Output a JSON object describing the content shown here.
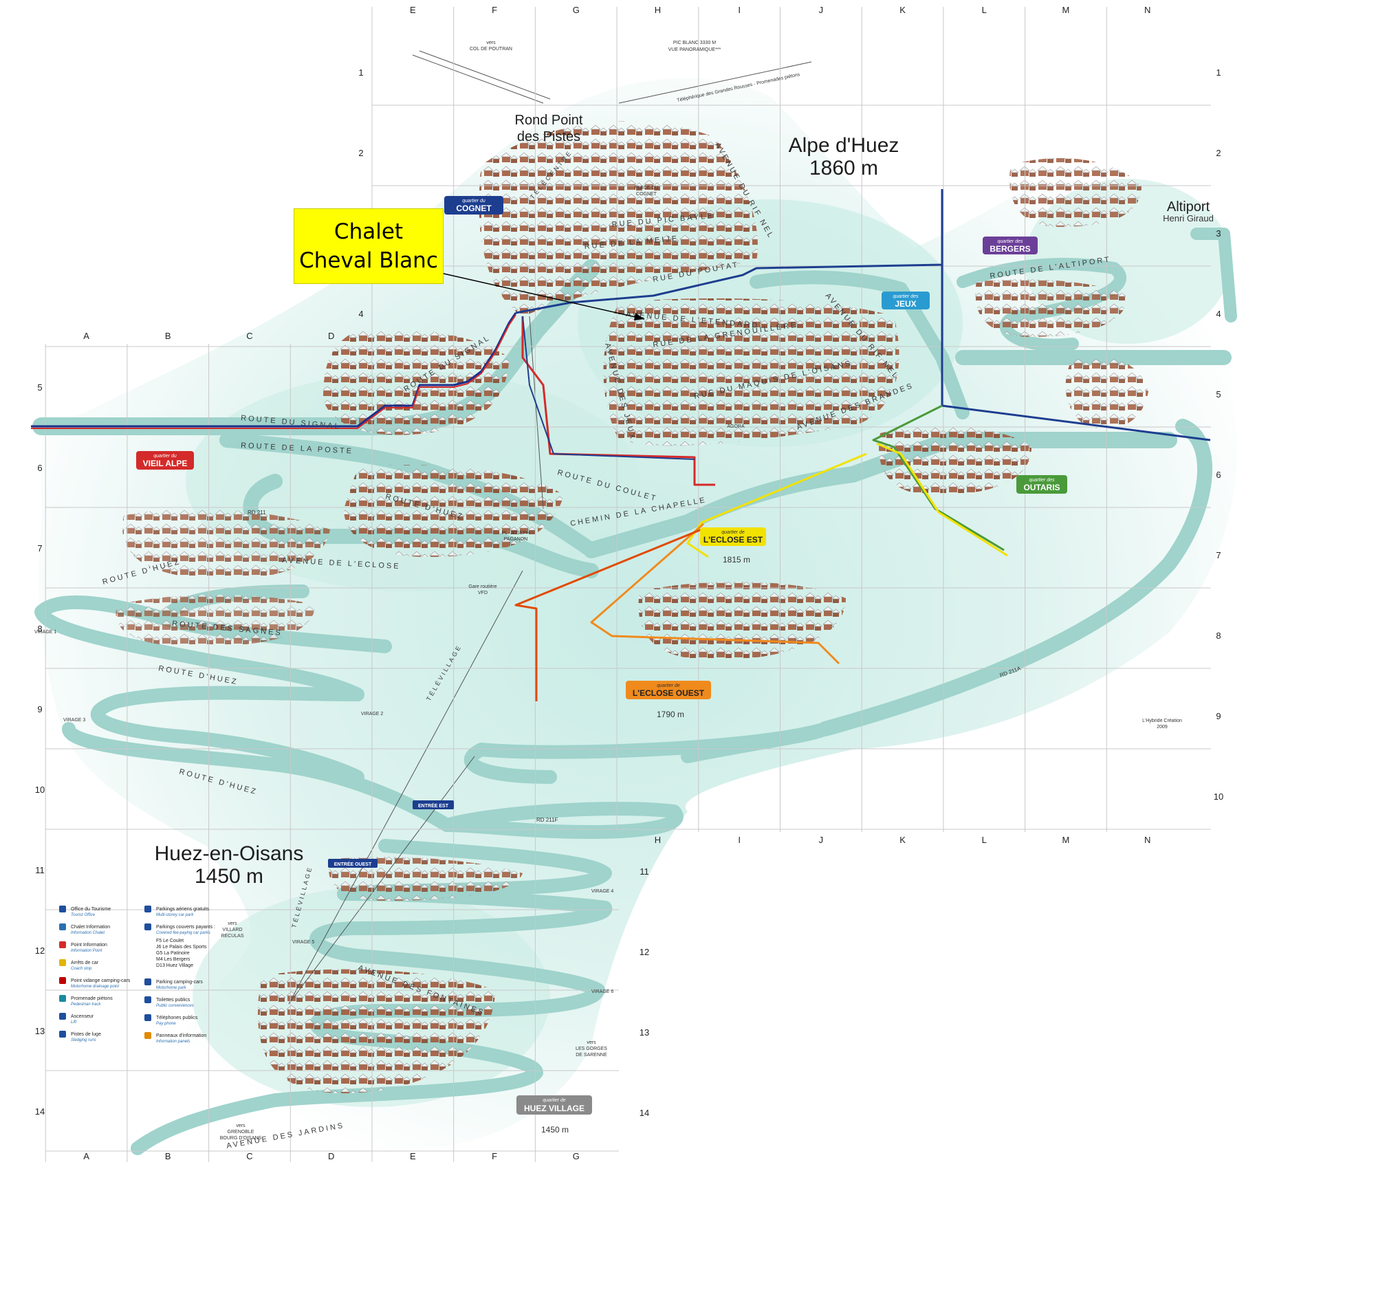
{
  "grid": {
    "top_letters": [
      "E",
      "F",
      "G",
      "H",
      "I",
      "J",
      "K",
      "L",
      "M",
      "N"
    ],
    "west_letters": [
      "A",
      "B",
      "C",
      "D"
    ],
    "bottom_letters": [
      "A",
      "B",
      "C",
      "D",
      "E",
      "F",
      "G"
    ],
    "lower_east_letters": [
      "H",
      "I",
      "J",
      "K",
      "L",
      "M",
      "N"
    ],
    "right_numbers": [
      "1",
      "2",
      "3",
      "4",
      "5",
      "6",
      "7",
      "8",
      "9",
      "10"
    ],
    "left_numbers": [
      "5",
      "6",
      "7",
      "8",
      "9",
      "10",
      "11",
      "12",
      "13",
      "14"
    ],
    "mid_numbers_upper": [
      "1",
      "2",
      "3",
      "4"
    ],
    "mid_numbers_lower": [
      "11",
      "12",
      "13",
      "14"
    ]
  },
  "callout": {
    "line1": "Chalet",
    "line2": "Cheval Blanc"
  },
  "places": {
    "alpe_name": "Alpe d'Huez",
    "alpe_alt": "1860 m",
    "huez_name": "Huez-en-Oisans",
    "huez_alt": "1450 m",
    "rond_point_line1": "Rond Point",
    "rond_point_line2": "des Pistes",
    "altiport_name": "Altiport",
    "altiport_sub": "Henri Giraud",
    "eclose_est_alt": "1815 m",
    "eclose_ouest_alt": "1790 m",
    "huez_village_alt": "1450 m"
  },
  "quartiers": [
    {
      "prefix": "quartier du",
      "name": "COGNET",
      "color": "#1d3e8f"
    },
    {
      "prefix": "quartier des",
      "name": "BERGERS",
      "color": "#6b3f98"
    },
    {
      "prefix": "quartier des",
      "name": "JEUX",
      "color": "#2a9bd0"
    },
    {
      "prefix": "quartier du",
      "name": "VIEIL ALPE",
      "color": "#d42a2a"
    },
    {
      "prefix": "quartier des",
      "name": "OUTARIS",
      "color": "#4a9a3a"
    },
    {
      "prefix": "quartier de",
      "name": "L'ECLOSE EST",
      "color": "#f2e200"
    },
    {
      "prefix": "quartier de",
      "name": "L'ECLOSE OUEST",
      "color": "#f08a1c"
    },
    {
      "prefix": "quartier de",
      "name": "HUEZ VILLAGE",
      "color": "#8a8a8a"
    }
  ],
  "entries": {
    "est": "ENTRÉE EST",
    "ouest": "ENTRÉE OUEST"
  },
  "streets": {
    "route_du_signal": "ROUTE DU SIGNAL",
    "route_de_la_poste": "ROUTE DE LA POSTE",
    "route_dhuez": "ROUTE D'HUEZ",
    "avenue_de_leclose": "AVENUE DE L'ECLOSE",
    "route_des_sagnes": "ROUTE DES SAGNES",
    "avenue_de_letendard": "AVENUE DE L'ETENDARD",
    "rue_de_la_grenouillere": "RUE DE LA GRENOUILLÈRE",
    "rue_du_maquis": "RUE DU MAQUIS DE L'OISANS",
    "avenue_des_brandes": "AVENUE DES BRANDES",
    "avenue_du_rif_nel": "AVENUE DU RIF NEL",
    "route_de_laltiport": "ROUTE DE L'ALTIPORT",
    "rue_du_pic_bayle": "RUE DU PIC BAYLE",
    "rue_de_la_meije": "RUE DE LA MEIJE",
    "rue_du_poutat": "RUE DU POUTAT",
    "chemin_de_la_chapelle": "CHEMIN DE LA CHAPELLE",
    "avenue_des_jeux": "AVENUE DES JEUX",
    "route_du_coulet": "ROUTE DU COULET",
    "avenue_des_fontaines": "AVENUE DES FONTAINES",
    "avenue_des_jardins": "AVENUE DES JARDINS",
    "rd211": "RD 211",
    "rd211f": "RD 211F",
    "rd211a": "RD 211A",
    "telecentre": "TÉLÉCENTRE",
    "televillage": "TÉLÉVILLAGE",
    "place_du_cognet_1": "PLACE DU",
    "place_du_cognet_2": "COGNET",
    "pl_joseph_1": "PL. JOSEPH",
    "pl_joseph_2": "PAGANON",
    "gare_routiere_1": "Gare routière",
    "gare_routiere_2": "VFD",
    "agora": "AGORA"
  },
  "virages": [
    "VIRAGE 1",
    "VIRAGE 2",
    "VIRAGE 3",
    "VIRAGE 4",
    "VIRAGE 5",
    "VIRAGE 6"
  ],
  "notes": {
    "col_de_poutran_1": "vers",
    "col_de_poutran_2": "COL DE POUTRAN",
    "pic_blanc_1": "PIC BLANC 3330 M",
    "pic_blanc_2": "VUE PANORAMIQUE***",
    "telepherique": "Téléphérique des Grandes Rousses - Promenades piétons",
    "villard_1": "vers",
    "villard_2": "VILLARD",
    "villard_3": "RECULAS",
    "sarenne_1": "vers",
    "sarenne_2": "LES GORGES",
    "sarenne_3": "DE SARENNE",
    "grenoble_1": "vers",
    "grenoble_2": "GRENOBLE",
    "grenoble_3": "BOURG D'OISANS",
    "signature_1": "L'Hybride Création",
    "signature_2": "2009"
  },
  "legend_left": [
    {
      "title": "Office du Tourisme",
      "sub": "Tourist Office",
      "icon": "tourist-office-icon",
      "color": "#1f4e9c"
    },
    {
      "title": "Chalet Information",
      "sub": "Information Chalet",
      "icon": "info-chalet-icon",
      "color": "#2a6fb0"
    },
    {
      "title": "Point Information",
      "sub": "Information Point",
      "icon": "info-point-icon",
      "color": "#d42a2a"
    },
    {
      "title": "Arrêts de car",
      "sub": "Coach stop",
      "icon": "coach-stop-icon",
      "color": "#e0b400"
    },
    {
      "title": "Point vidange camping-cars",
      "sub": "Motorhome drainage point",
      "icon": "drainage-point-icon",
      "color": "#c00000"
    },
    {
      "title": "Promenade piétons",
      "sub": "Pedestrian track",
      "icon": "pedestrian-track-icon",
      "color": "#1a8aa0"
    },
    {
      "title": "Ascenseur",
      "sub": "Lift",
      "icon": "lift-icon",
      "color": "#1f4e9c"
    },
    {
      "title": "Pistes de luge",
      "sub": "Sledging runs",
      "icon": "sledging-icon",
      "color": "#1f4e9c"
    }
  ],
  "legend_right": [
    {
      "title": "Parkings aériens gratuits",
      "sub": "Multi-storey car park",
      "icon": "parking-free-icon",
      "color": "#1f4e9c"
    },
    {
      "title": "Parkings couverts payants :",
      "sub": "Covered fee-paying car parks",
      "icon": "parking-covered-icon",
      "color": "#1f4e9c"
    },
    {
      "title": "F5  Le Coulet",
      "sub": "",
      "icon": "",
      "color": ""
    },
    {
      "title": "J6  Le Palais des Sports",
      "sub": "",
      "icon": "",
      "color": ""
    },
    {
      "title": "G5  La Patinoire",
      "sub": "",
      "icon": "",
      "color": ""
    },
    {
      "title": "M4  Les Bergers",
      "sub": "",
      "icon": "",
      "color": ""
    },
    {
      "title": "D13  Huez Village",
      "sub": "",
      "icon": "",
      "color": ""
    },
    {
      "title": "Parking camping-cars",
      "sub": "Motorhome park",
      "icon": "motorhome-park-icon",
      "color": "#1f4e9c"
    },
    {
      "title": "Toilettes publics",
      "sub": "Public conveniences",
      "icon": "toilets-icon",
      "color": "#1f4e9c"
    },
    {
      "title": "Téléphones publics",
      "sub": "Pay phone",
      "icon": "payphone-icon",
      "color": "#1f4e9c"
    },
    {
      "title": "Panneaux d'information",
      "sub": "Information panels",
      "icon": "info-panel-icon",
      "color": "#e08a00"
    }
  ]
}
